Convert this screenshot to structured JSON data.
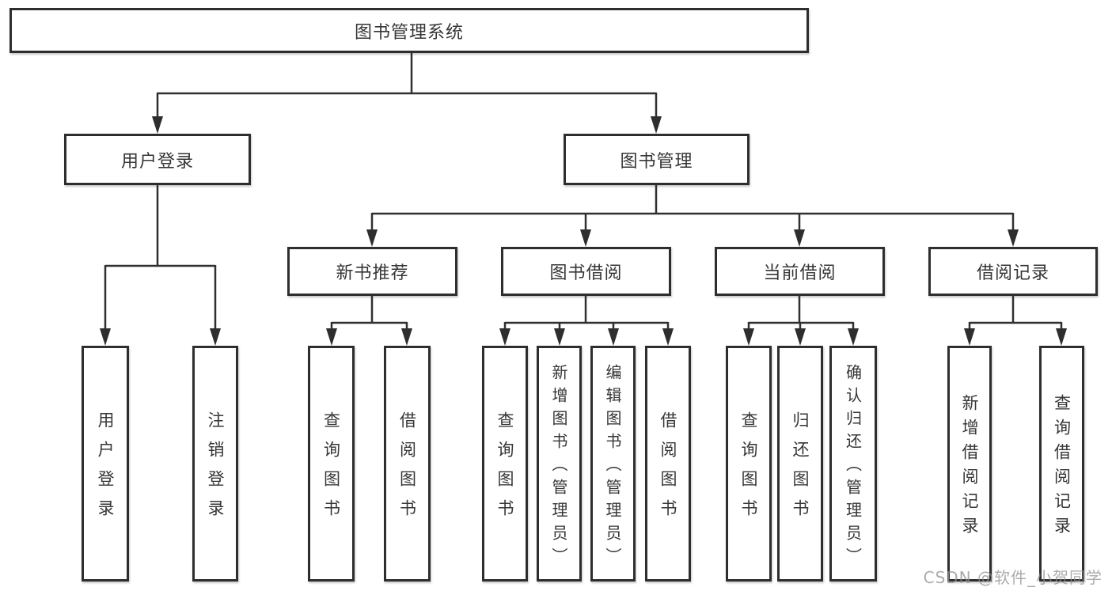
{
  "diagram": {
    "root": {
      "label": "图书管理系统"
    },
    "level2": {
      "user_login": {
        "label": "用户登录"
      },
      "book_management": {
        "label": "图书管理"
      }
    },
    "level3": {
      "new_book_recommend": {
        "label": "新书推荐"
      },
      "book_borrowing": {
        "label": "图书借阅"
      },
      "current_borrowing": {
        "label": "当前借阅"
      },
      "borrowing_records": {
        "label": "借阅记录"
      }
    },
    "leaves": {
      "user_login": "用户登录",
      "logout": "注销登录",
      "nb_query_books": "查询图书",
      "nb_borrow_books": "借阅图书",
      "bb_query_books": "查询图书",
      "bb_add_books_admin": "新增图书（管理员）",
      "bb_edit_books_admin": "编辑图书（管理员）",
      "bb_borrow_books": "借阅图书",
      "cb_query_books": "查询图书",
      "cb_return_books": "归还图书",
      "cb_confirm_return_admin": "确认归还（管理员）",
      "br_add_record": "新增借阅记录",
      "br_query_record": "查询借阅记录"
    }
  },
  "watermark": {
    "text": "CSDN @软件_小贺同学"
  },
  "colors": {
    "line": "#303030",
    "box_border": "#2e2e2e",
    "text": "#363636",
    "watermark": "#8f8f8f",
    "background": "#ffffff"
  }
}
